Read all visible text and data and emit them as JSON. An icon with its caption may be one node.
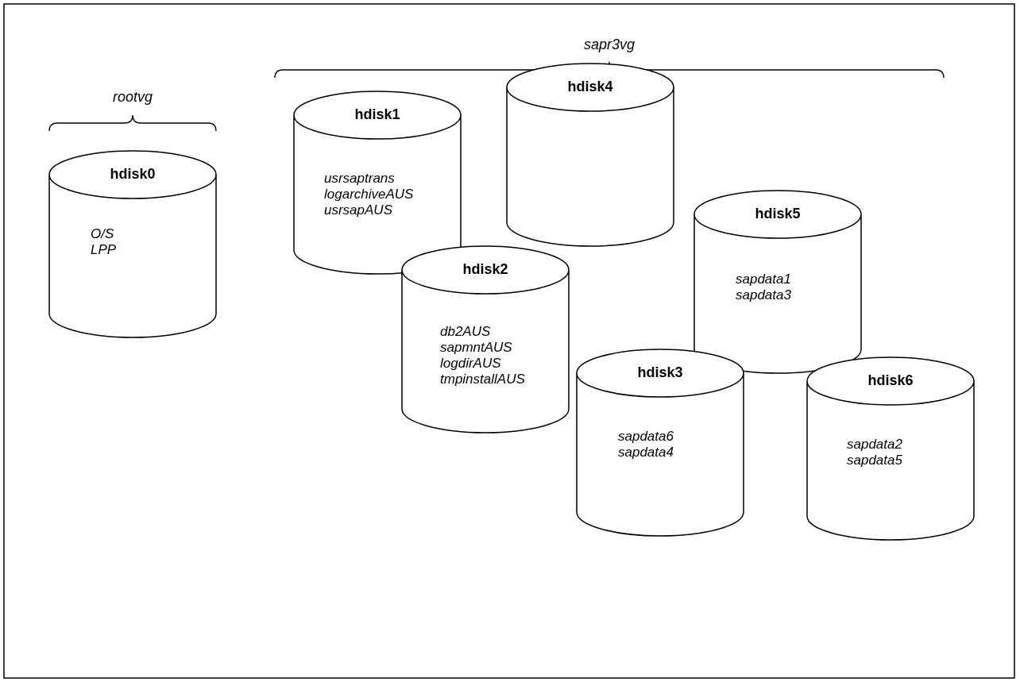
{
  "diagram": {
    "nodes": [
      {
        "text": [
          "hdisk0",
          "O/S",
          "LPP"
        ]
      },
      {
        "text": [
          "hdisk1",
          "usrsaptrans",
          "logarchiveAUS",
          "usrsapAUS"
        ]
      },
      {
        "text": [
          "hdisk4"
        ]
      },
      {
        "text": [
          "hdisk2",
          "db2AUS",
          "sapmntAUS",
          "logdirAUS",
          "tmpinstallAUS"
        ]
      },
      {
        "text": [
          "hdisk5",
          "sapdata1",
          "sapdata3"
        ]
      },
      {
        "text": [
          "hdisk3",
          "sapdata6",
          "sapdata4"
        ]
      },
      {
        "text": [
          "hdisk6",
          "sapdata2",
          "sapdata5"
        ]
      }
    ],
    "labels": [
      "rootvg",
      "sapr3vg"
    ]
  }
}
